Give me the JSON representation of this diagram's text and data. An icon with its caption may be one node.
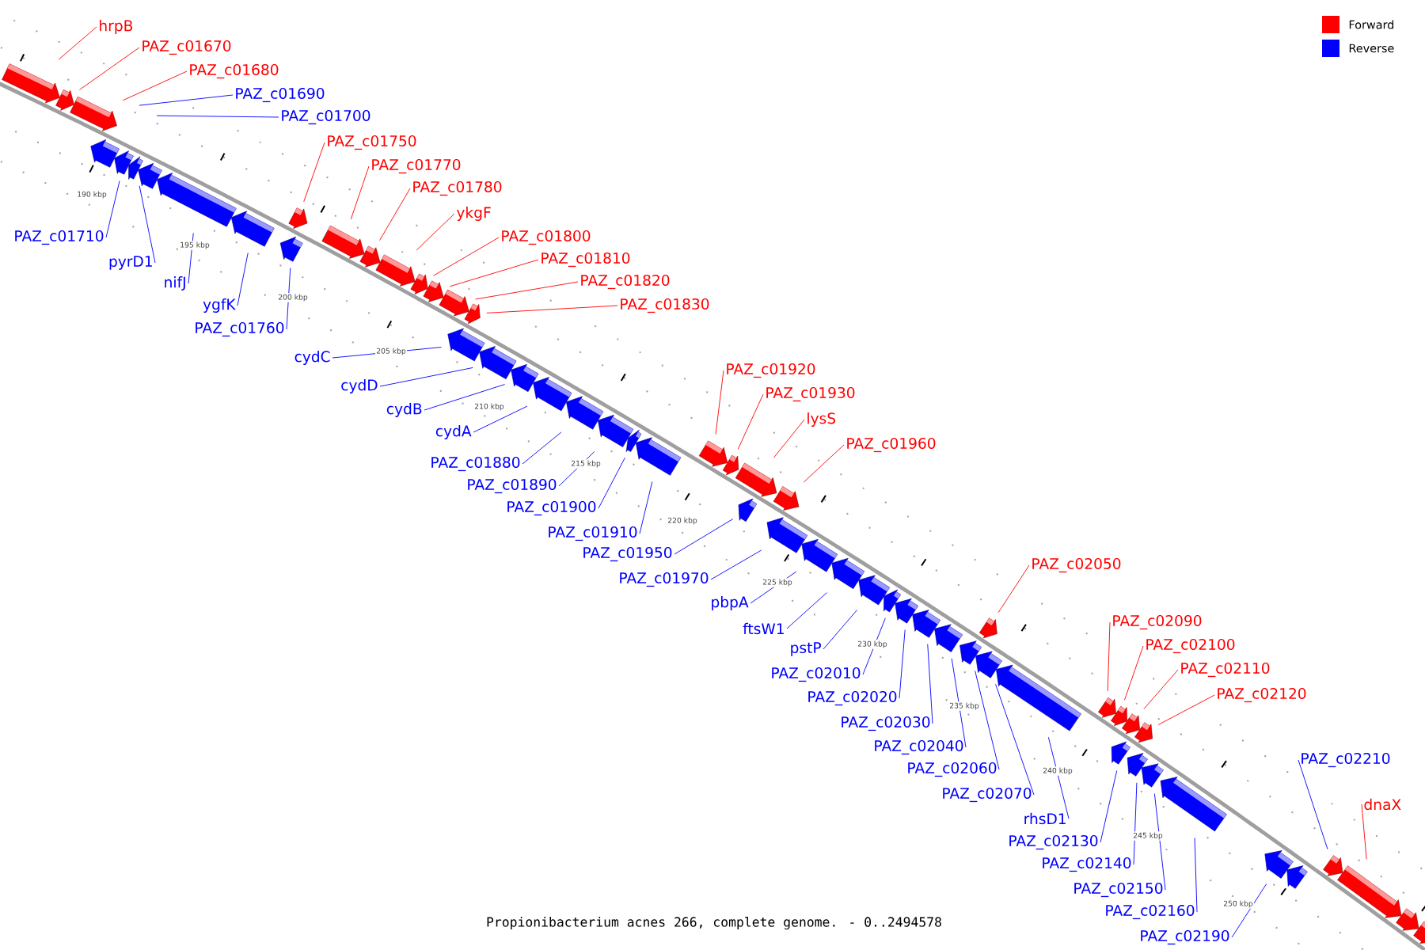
{
  "diagram": {
    "caption": "Propionibacterium acnes 266, complete genome. - 0..2494578",
    "nodes": [
      {
        "text": [
          "hrpB"
        ]
      },
      {
        "text": [],
        "shape": "arrow"
      },
      {
        "text": [
          "PAZ_c01670"
        ]
      },
      {
        "text": [],
        "shape": "arrow"
      },
      {
        "text": [
          "PAZ_c01680"
        ]
      },
      {
        "text": [],
        "shape": "arrow"
      },
      {
        "text": [
          "PAZ_c01690"
        ]
      },
      {
        "text": [
          "PAZ_c01700"
        ]
      },
      {
        "text": [
          "PAZ_c01750"
        ]
      },
      {
        "text": [],
        "shape": "arrow"
      },
      {
        "text": [
          "PAZ_c01770"
        ]
      },
      {
        "text": [],
        "shape": "arrow"
      },
      {
        "text": [
          "PAZ_c01780"
        ]
      },
      {
        "text": [],
        "shape": "arrow"
      },
      {
        "text": [
          "ykgF"
        ]
      },
      {
        "text": [],
        "shape": "arrow"
      },
      {
        "text": [
          "PAZ_c01800"
        ]
      },
      {
        "text": [],
        "shape": "arrow"
      },
      {
        "text": [
          "PAZ_c01810"
        ]
      },
      {
        "text": [],
        "shape": "arrow"
      },
      {
        "text": [
          "PAZ_c01820"
        ]
      },
      {
        "text": [],
        "shape": "arrow"
      },
      {
        "text": [
          "PAZ_c01830"
        ]
      },
      {
        "text": [],
        "shape": "arrow"
      },
      {
        "text": [
          "PAZ_c01920"
        ]
      },
      {
        "text": [],
        "shape": "arrow"
      },
      {
        "text": [
          "PAZ_c01930"
        ]
      },
      {
        "text": [],
        "shape": "arrow"
      },
      {
        "text": [
          "lysS"
        ]
      },
      {
        "text": [],
        "shape": "arrow"
      },
      {
        "text": [
          "PAZ_c01960"
        ]
      },
      {
        "text": [],
        "shape": "arrow"
      },
      {
        "text": [
          "PAZ_c02050"
        ]
      },
      {
        "text": [],
        "shape": "arrow"
      },
      {
        "text": [
          "PAZ_c02090"
        ]
      },
      {
        "text": [],
        "shape": "arrow"
      },
      {
        "text": [
          "PAZ_c02100"
        ]
      },
      {
        "text": [],
        "shape": "arrow"
      },
      {
        "text": [
          "PAZ_c02110"
        ]
      },
      {
        "text": [],
        "shape": "arrow"
      },
      {
        "text": [
          "PAZ_c02120"
        ]
      },
      {
        "text": [],
        "shape": "arrow"
      },
      {
        "text": [
          "PAZ_c02210"
        ]
      },
      {
        "text": [],
        "shape": "arrow"
      },
      {
        "text": [
          "dnaX"
        ]
      },
      {
        "text": [],
        "shape": "arrow"
      },
      {
        "text": [
          "PAZ_c01710"
        ]
      },
      {
        "text": [],
        "shape": "arrow"
      },
      {
        "text": [
          "pyrD1"
        ]
      },
      {
        "text": [],
        "shape": "arrow"
      },
      {
        "text": [
          "nifJ"
        ]
      },
      {
        "text": [],
        "shape": "arrow"
      },
      {
        "text": [
          "ygfK"
        ]
      },
      {
        "text": [],
        "shape": "arrow"
      },
      {
        "text": [
          "PAZ_c01760"
        ]
      },
      {
        "text": [],
        "shape": "arrow"
      },
      {
        "text": [
          "cydC"
        ]
      },
      {
        "text": [],
        "shape": "arrow"
      },
      {
        "text": [
          "cydD"
        ]
      },
      {
        "text": [],
        "shape": "arrow"
      },
      {
        "text": [
          "cydB"
        ]
      },
      {
        "text": [],
        "shape": "arrow"
      },
      {
        "text": [
          "cydA"
        ]
      },
      {
        "text": [],
        "shape": "arrow"
      },
      {
        "text": [
          "PAZ_c01880"
        ]
      },
      {
        "text": [],
        "shape": "arrow"
      },
      {
        "text": [
          "PAZ_c01890"
        ]
      },
      {
        "text": [],
        "shape": "arrow"
      },
      {
        "text": [
          "PAZ_c01900"
        ]
      },
      {
        "text": [],
        "shape": "arrow"
      },
      {
        "text": [
          "PAZ_c01910"
        ]
      },
      {
        "text": [],
        "shape": "arrow"
      },
      {
        "text": [
          "PAZ_c01950"
        ]
      },
      {
        "text": [],
        "shape": "arrow"
      },
      {
        "text": [
          "PAZ_c01970"
        ]
      },
      {
        "text": [],
        "shape": "arrow"
      },
      {
        "text": [
          "pbpA"
        ]
      },
      {
        "text": [],
        "shape": "arrow"
      },
      {
        "text": [
          "ftsW1"
        ]
      },
      {
        "text": [],
        "shape": "arrow"
      },
      {
        "text": [
          "pstP"
        ]
      },
      {
        "text": [],
        "shape": "arrow"
      },
      {
        "text": [
          "PAZ_c02010"
        ]
      },
      {
        "text": [],
        "shape": "arrow"
      },
      {
        "text": [
          "PAZ_c02020"
        ]
      },
      {
        "text": [],
        "shape": "arrow"
      },
      {
        "text": [
          "PAZ_c02030"
        ]
      },
      {
        "text": [],
        "shape": "arrow"
      },
      {
        "text": [
          "PAZ_c02040"
        ]
      },
      {
        "text": [],
        "shape": "arrow"
      },
      {
        "text": [
          "PAZ_c02060"
        ]
      },
      {
        "text": [],
        "shape": "arrow"
      },
      {
        "text": [
          "PAZ_c02070"
        ]
      },
      {
        "text": [],
        "shape": "arrow"
      },
      {
        "text": [
          "rhsD1"
        ]
      },
      {
        "text": [],
        "shape": "arrow"
      },
      {
        "text": [
          "PAZ_c02130"
        ]
      },
      {
        "text": [],
        "shape": "arrow"
      },
      {
        "text": [
          "PAZ_c02140"
        ]
      },
      {
        "text": [],
        "shape": "arrow"
      },
      {
        "text": [
          "PAZ_c02150"
        ]
      },
      {
        "text": [],
        "shape": "arrow"
      },
      {
        "text": [
          "PAZ_c02160"
        ]
      },
      {
        "text": [],
        "shape": "arrow"
      },
      {
        "text": [
          "PAZ_c02190"
        ]
      },
      {
        "text": [],
        "shape": "arrow"
      },
      {
        "text": [],
        "shape": "arrow"
      },
      {
        "text": [],
        "shape": "arrow"
      },
      {
        "text": [],
        "shape": "arrow"
      },
      {
        "text": [],
        "shape": "arrow"
      },
      {
        "text": [],
        "shape": "arrow"
      }
    ],
    "edges": [
      {
        "from": 0,
        "to": 1,
        "arrow": "none",
        "color": "#ff0000"
      },
      {
        "from": 2,
        "to": 3,
        "arrow": "none",
        "color": "#ff0000"
      },
      {
        "from": 4,
        "to": 5,
        "arrow": "none",
        "color": "#ff0000"
      },
      {
        "from": 6,
        "to": null,
        "arrow": "none"
      },
      {
        "from": 7,
        "to": null,
        "arrow": "none"
      },
      {
        "from": 8,
        "to": 9,
        "arrow": "none",
        "color": "#ff0000"
      },
      {
        "from": 10,
        "to": 11,
        "arrow": "none",
        "color": "#ff0000"
      },
      {
        "from": 12,
        "to": 13,
        "arrow": "none",
        "color": "#ff0000"
      },
      {
        "from": 14,
        "to": 15,
        "arrow": "none",
        "color": "#ff0000"
      },
      {
        "from": 16,
        "to": 17,
        "arrow": "none",
        "color": "#ff0000"
      },
      {
        "from": 18,
        "to": 19,
        "arrow": "none",
        "color": "#ff0000"
      },
      {
        "from": 20,
        "to": 21,
        "arrow": "none",
        "color": "#ff0000"
      },
      {
        "from": 22,
        "to": 23,
        "arrow": "none",
        "color": "#ff0000"
      },
      {
        "from": 24,
        "to": 25,
        "arrow": "none",
        "color": "#ff0000"
      },
      {
        "from": 26,
        "to": 27,
        "arrow": "none",
        "color": "#ff0000"
      },
      {
        "from": 28,
        "to": 29,
        "arrow": "none",
        "color": "#ff0000"
      },
      {
        "from": 30,
        "to": 31,
        "arrow": "none",
        "color": "#ff0000"
      },
      {
        "from": 32,
        "to": 33,
        "arrow": "none",
        "color": "#ff0000"
      },
      {
        "from": 34,
        "to": 35,
        "arrow": "none",
        "color": "#ff0000"
      },
      {
        "from": 36,
        "to": 37,
        "arrow": "none",
        "color": "#ff0000"
      },
      {
        "from": 38,
        "to": 39,
        "arrow": "none",
        "color": "#ff0000"
      },
      {
        "from": 40,
        "to": 41,
        "arrow": "none",
        "color": "#ff0000"
      },
      {
        "from": 42,
        "to": 43,
        "arrow": "none"
      },
      {
        "from": 44,
        "to": 45,
        "arrow": "none",
        "color": "#ff0000"
      },
      {
        "from": 46,
        "to": 47,
        "arrow": "none"
      },
      {
        "from": 48,
        "to": 49,
        "arrow": "none"
      },
      {
        "from": 50,
        "to": 51,
        "arrow": "none"
      },
      {
        "from": 52,
        "to": 53,
        "arrow": "none"
      },
      {
        "from": 54,
        "to": 55,
        "arrow": "none"
      },
      {
        "from": 56,
        "to": 57,
        "arrow": "none"
      },
      {
        "from": 58,
        "to": 59,
        "arrow": "none"
      },
      {
        "from": 60,
        "to": 61,
        "arrow": "none"
      },
      {
        "from": 62,
        "to": 63,
        "arrow": "none"
      },
      {
        "from": 64,
        "to": 65,
        "arrow": "none"
      },
      {
        "from": 66,
        "to": 67,
        "arrow": "none"
      },
      {
        "from": 68,
        "to": 69,
        "arrow": "none"
      },
      {
        "from": 70,
        "to": 71,
        "arrow": "none"
      },
      {
        "from": 72,
        "to": 73,
        "arrow": "none"
      },
      {
        "from": 74,
        "to": 75,
        "arrow": "none"
      },
      {
        "from": 76,
        "to": 77,
        "arrow": "none"
      },
      {
        "from": 78,
        "to": 79,
        "arrow": "none"
      },
      {
        "from": 80,
        "to": 81,
        "arrow": "none"
      },
      {
        "from": 82,
        "to": 83,
        "arrow": "none"
      },
      {
        "from": 84,
        "to": 85,
        "arrow": "none"
      },
      {
        "from": 86,
        "to": 87,
        "arrow": "none"
      },
      {
        "from": 88,
        "to": 89,
        "arrow": "none"
      },
      {
        "from": 90,
        "to": 91,
        "arrow": "none"
      },
      {
        "from": 92,
        "to": 93,
        "arrow": "none"
      },
      {
        "from": 94,
        "to": 95,
        "arrow": "none"
      },
      {
        "from": 96,
        "to": 97,
        "arrow": "none"
      },
      {
        "from": 98,
        "to": 99,
        "arrow": "none"
      },
      {
        "from": 100,
        "to": 101,
        "arrow": "none"
      },
      {
        "from": 102,
        "to": 103,
        "arrow": "none"
      },
      {
        "from": 104,
        "to": 105,
        "arrow": "none"
      }
    ],
    "labels": [
      "190 kbp",
      "195 kbp",
      "200 kbp",
      "205 kbp",
      "210 kbp",
      "215 kbp",
      "220 kbp",
      "225 kbp",
      "230 kbp",
      "235 kbp",
      "240 kbp",
      "245 kbp",
      "250 kbp"
    ],
    "legend": [
      {
        "text": "Forward",
        "color": "#ff0000"
      },
      {
        "text": "Reverse",
        "color": "#0000ff"
      }
    ]
  }
}
